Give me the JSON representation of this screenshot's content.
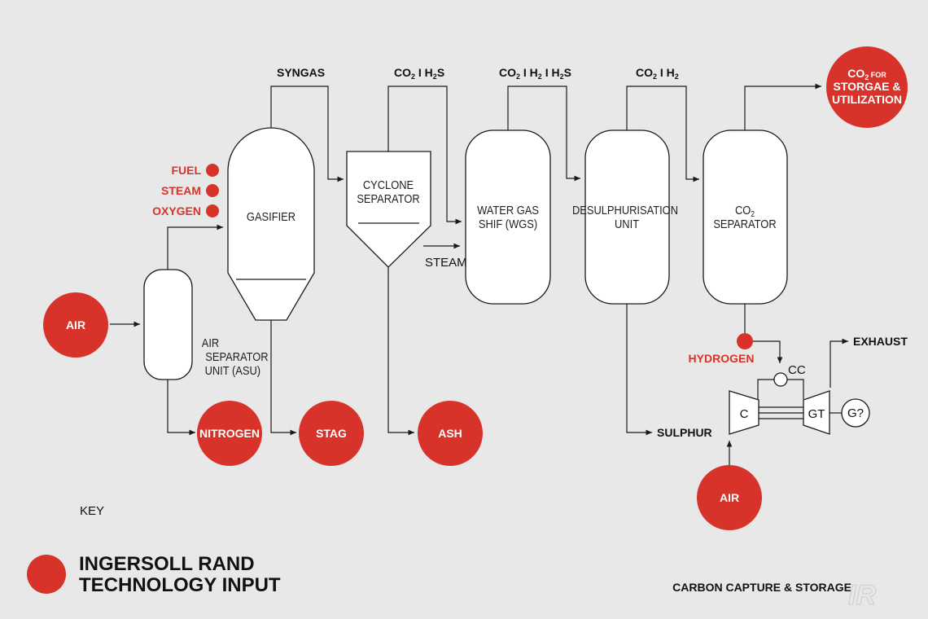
{
  "units": {
    "gasifier": "GASIFIER",
    "cyclone": [
      "CYCLONE",
      "SEPARATOR"
    ],
    "wgs": [
      "WATER GAS",
      "SHIF (WGS)"
    ],
    "desulph": [
      "DESULPHURISATION",
      "UNIT"
    ],
    "co2sep": [
      "SEPARATOR"
    ],
    "co2sep_co2_main": "CO",
    "co2sep_co2_sub": "2",
    "asu": [
      "AIR",
      "SEPARATOR",
      "UNIT (ASU)"
    ]
  },
  "streams": {
    "syngas": "SYNGAS",
    "s2_main": "CO",
    "s2_sub": "2",
    "s2_rest": " I H",
    "s2_sub2": "2",
    "s2_rest2": "S",
    "s3_main": "CO",
    "s3_sub": "2",
    "s3_rest": " I H",
    "s3_sub2": "2",
    "s3_rest2": " I H",
    "s3_sub3": "2",
    "s3_rest3": "S",
    "s4_main": "CO",
    "s4_sub": "2",
    "s4_rest": " I H",
    "s4_sub2": "2",
    "steam": "STEAM",
    "sulphur": "SULPHUR",
    "exhaust": "EXHAUST"
  },
  "inputs": {
    "fuel": "FUEL",
    "steam": "STEAM",
    "oxygen": "OXYGEN",
    "hydrogen": "HYDROGEN"
  },
  "bubbles": {
    "air_left": "AIR",
    "nitrogen": "NITROGEN",
    "stag": "STAG",
    "ash": "ASH",
    "air_bottom": "AIR",
    "co2_out_main": "CO",
    "co2_out_sub": "2",
    "co2_out_for": " FOR",
    "co2_out_line2": "STORGAE &",
    "co2_out_line3": "UTILIZATION"
  },
  "turbine": {
    "compressor": "C",
    "turbine": "GT",
    "generator": "G?",
    "combustor": "CC"
  },
  "key": {
    "heading": "KEY",
    "line1": "INGERSOLL RAND",
    "line2": "TECHNOLOGY INPUT"
  },
  "footer": "CARBON CAPTURE & STORAGE",
  "logo": "IR",
  "colors": {
    "accent_red": "#d8332a",
    "background": "#e8e8e8",
    "vessel_fill": "#ffffff",
    "line": "#1a1a1a"
  }
}
